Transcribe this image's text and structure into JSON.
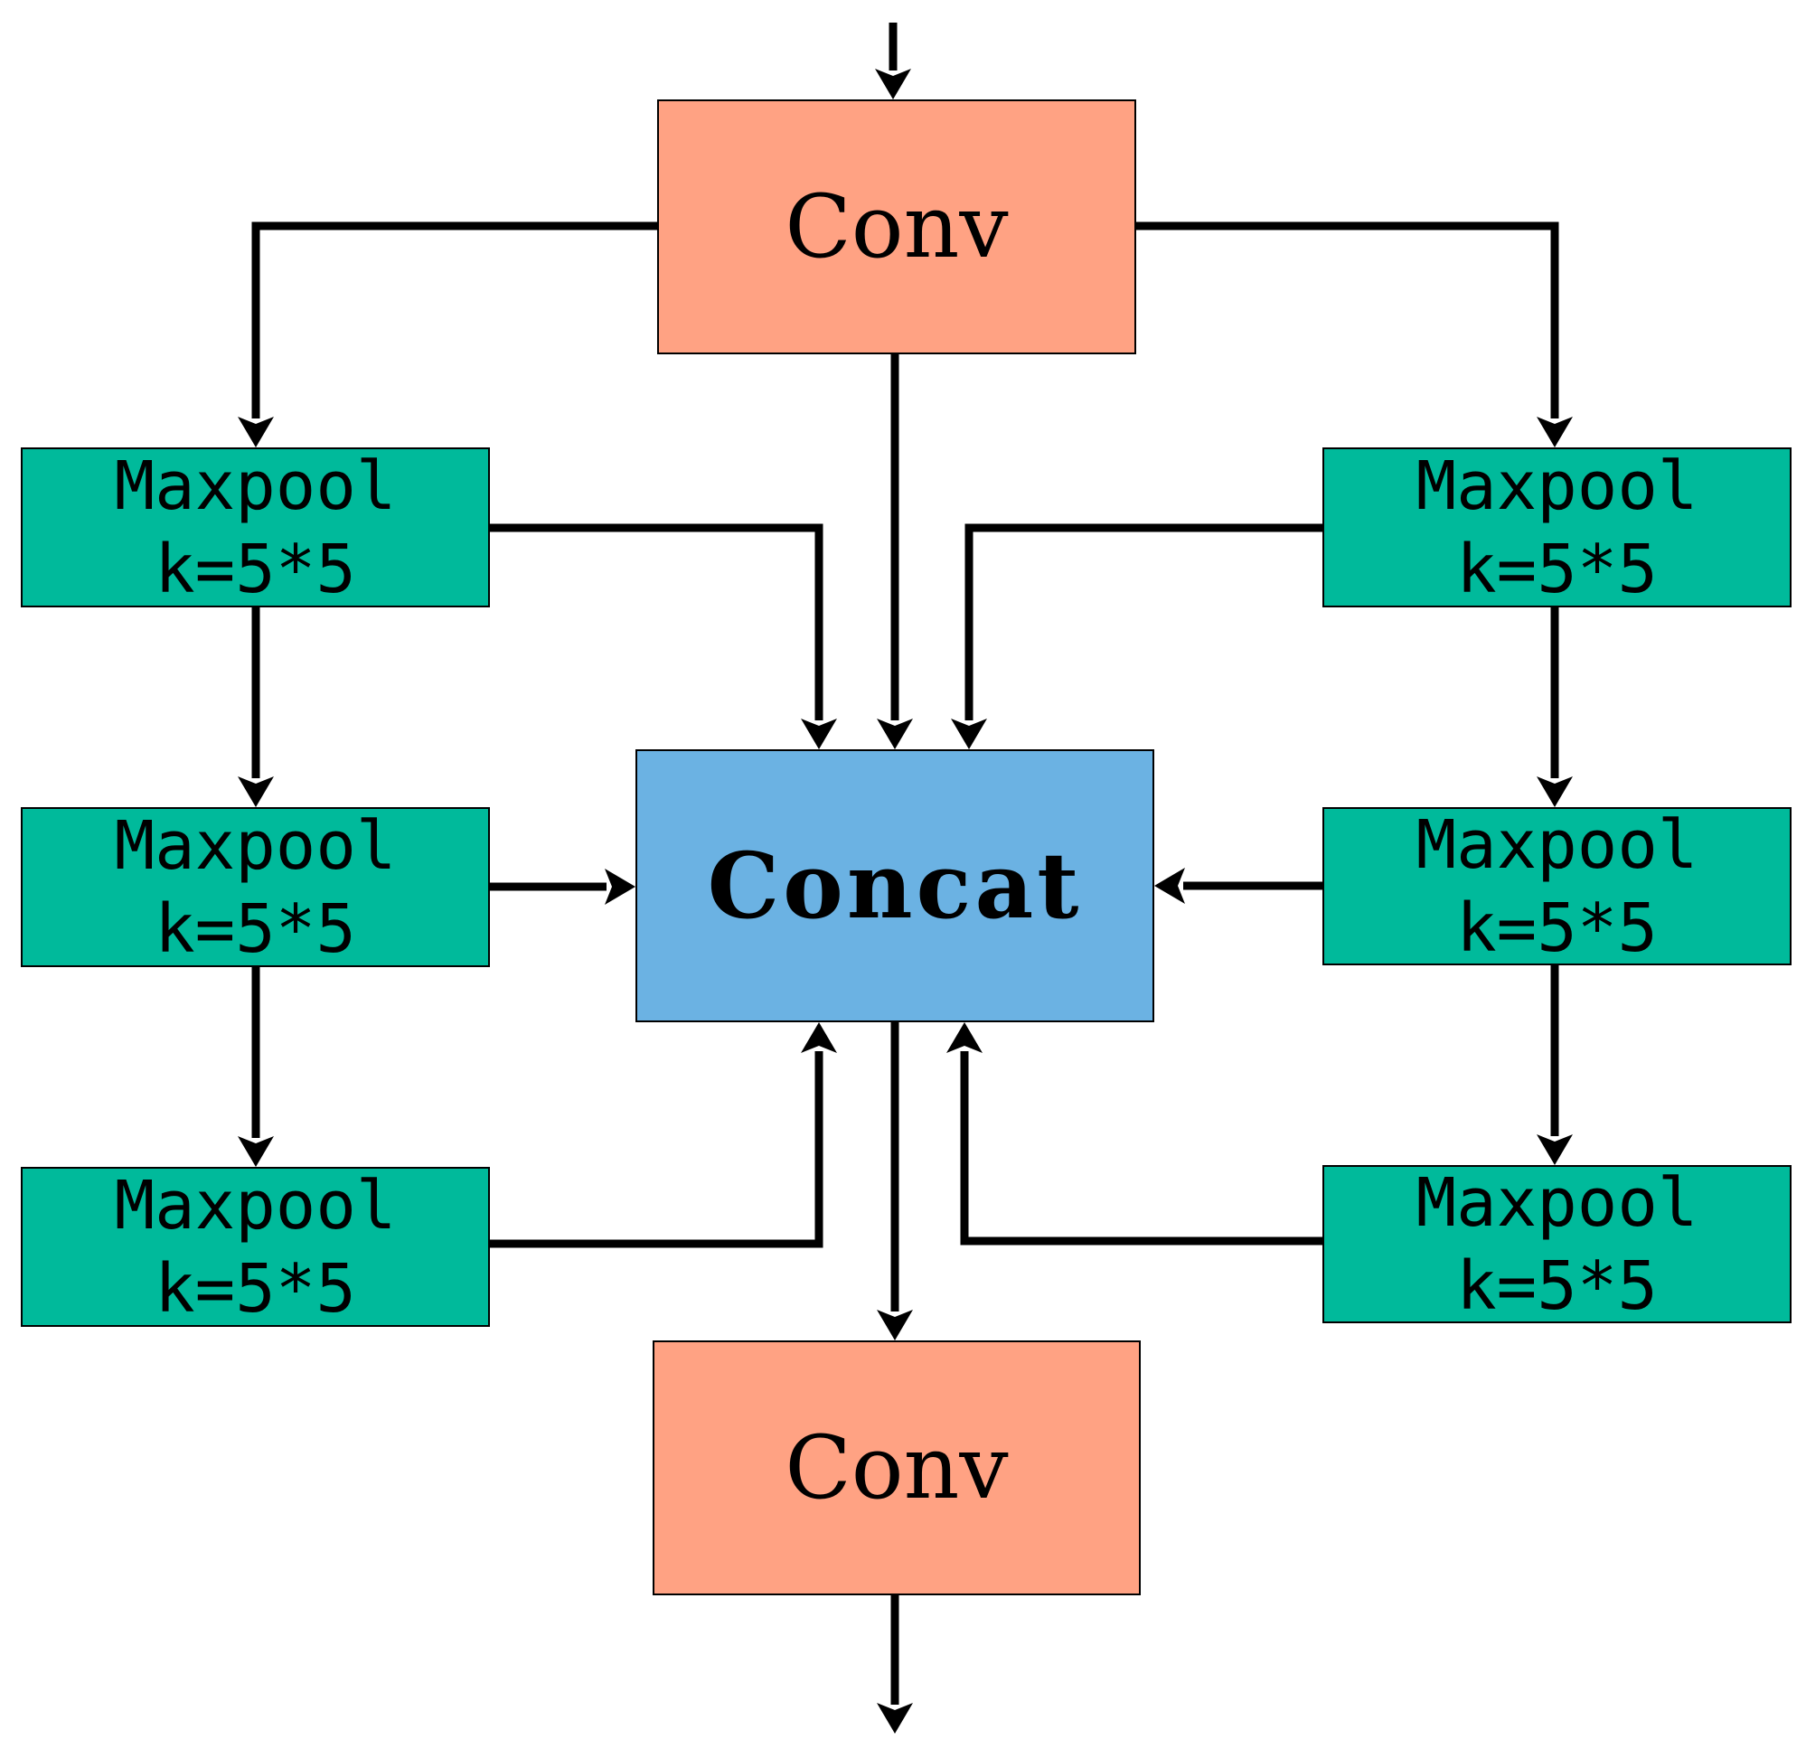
{
  "diagram": {
    "conv_top": {
      "label": "Conv"
    },
    "concat": {
      "label": "Concat"
    },
    "conv_bottom": {
      "label": "Conv"
    },
    "pools": {
      "left_1": {
        "line1": "Maxpool",
        "line2": "k=5*5"
      },
      "left_2": {
        "line1": "Maxpool",
        "line2": "k=5*5"
      },
      "left_3": {
        "line1": "Maxpool",
        "line2": "k=5*5"
      },
      "right_1": {
        "line1": "Maxpool",
        "line2": "k=5*5"
      },
      "right_2": {
        "line1": "Maxpool",
        "line2": "k=5*5"
      },
      "right_3": {
        "line1": "Maxpool",
        "line2": "k=5*5"
      }
    },
    "colors": {
      "conv": "#FFA283",
      "concat": "#6BB2E3",
      "maxpool": "#00BA9B",
      "arrow": "#000000"
    }
  }
}
